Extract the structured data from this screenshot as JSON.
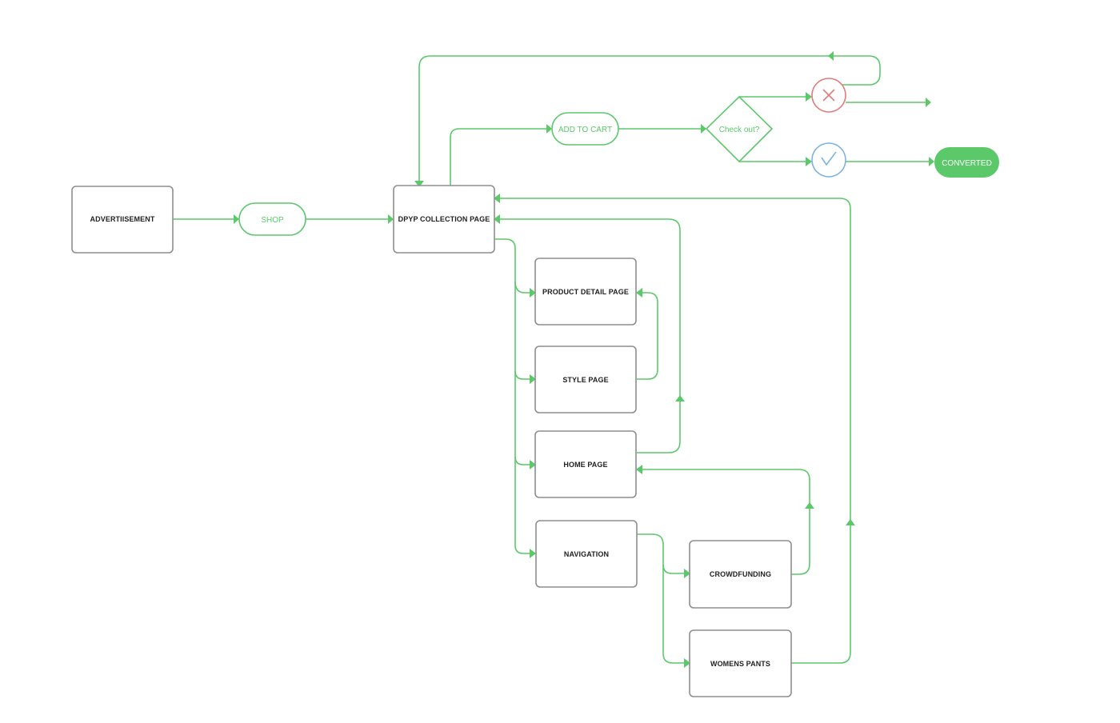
{
  "colors": {
    "flow": "#5bc96a",
    "box_border": "#8e8e8e",
    "reject": "#e07c7c",
    "accept": "#7fb3dd",
    "converted_fill": "#5bc96a"
  },
  "nodes": {
    "advertisement": "ADVERTIISEMENT",
    "shop": "SHOP",
    "collection": "DPYP COLLECTION PAGE",
    "add_to_cart": "ADD TO CART",
    "checkout": "Check out?",
    "converted": "CONVERTED",
    "product_detail": "PRODUCT DETAIL PAGE",
    "style": "STYLE PAGE",
    "home": "HOME PAGE",
    "navigation": "NAVIGATION",
    "crowdfunding": "CROWDFUNDING",
    "womens_pants": "WOMENS PANTS"
  },
  "icons": {
    "reject": "close-icon",
    "accept": "check-icon"
  }
}
